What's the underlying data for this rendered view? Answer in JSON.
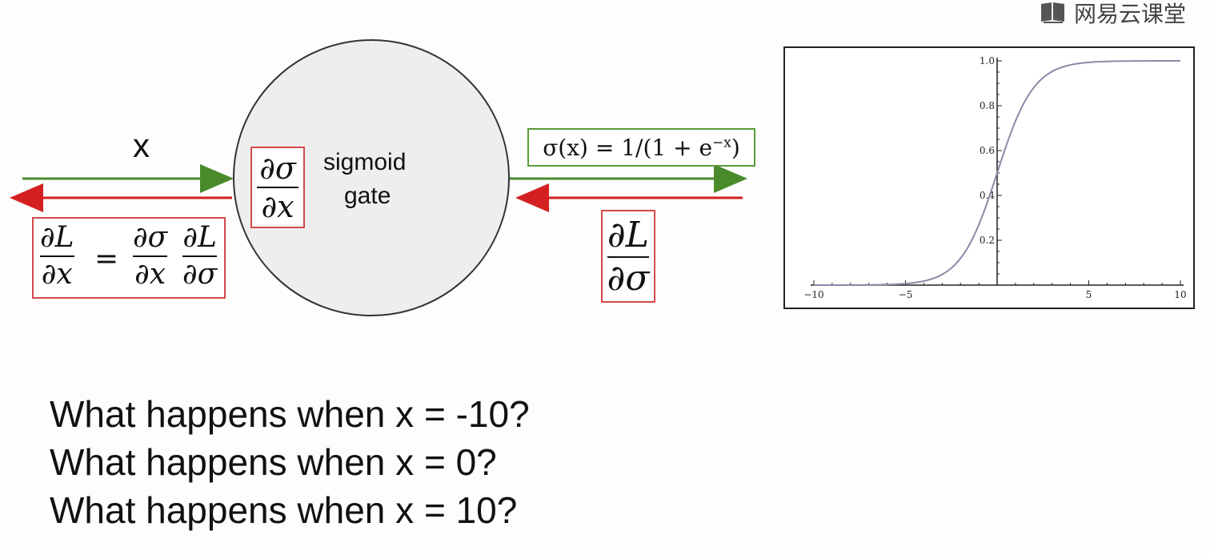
{
  "watermark": {
    "text": "网易云课堂",
    "icon": "book-logo-icon"
  },
  "diagram": {
    "input_label": "x",
    "gate_label_line1": "sigmoid",
    "gate_label_line2": "gate",
    "local_grad": {
      "num": "∂σ",
      "den": "∂x"
    },
    "output_formula": "σ(x) = 1/(1 + e",
    "output_formula_exp": "−x",
    "output_formula_close": ")",
    "upstream_grad": {
      "num": "∂L",
      "den": "∂σ"
    },
    "chain_rule": {
      "lhs": {
        "num": "∂L",
        "den": "∂x"
      },
      "equals": "=",
      "rhs1": {
        "num": "∂σ",
        "den": "∂x"
      },
      "rhs2": {
        "num": "∂L",
        "den": "∂σ"
      }
    },
    "colors": {
      "forward": "#4a8a2a",
      "backward": "#d42020",
      "box_red": "#d44a4a",
      "box_green": "#5a9a3a",
      "gate_fill": "#eeeeee",
      "curve": "#8a8aa8"
    }
  },
  "chart_data": {
    "type": "line",
    "function": "sigmoid",
    "x": [
      -10,
      -8,
      -6,
      -5,
      -4,
      -3,
      -2,
      -1,
      0,
      1,
      2,
      3,
      4,
      5,
      6,
      8,
      10
    ],
    "y": [
      4.54e-05,
      0.000335,
      0.00247,
      0.00669,
      0.018,
      0.0474,
      0.119,
      0.269,
      0.5,
      0.731,
      0.881,
      0.953,
      0.982,
      0.993,
      0.9975,
      0.99966,
      0.99995
    ],
    "xlim": [
      -10,
      10
    ],
    "ylim": [
      0,
      1.0
    ],
    "xticks": [
      "−10",
      "−5",
      "5",
      "10"
    ],
    "xtick_values": [
      -10,
      -5,
      5,
      10
    ],
    "yticks": [
      "0.2",
      "0.4",
      "0.6",
      "0.8",
      "1.0"
    ],
    "ytick_values": [
      0.2,
      0.4,
      0.6,
      0.8,
      1.0
    ],
    "grid": false
  },
  "questions": [
    "What happens when x = -10?",
    "What happens when x = 0?",
    "What happens when x = 10?"
  ]
}
